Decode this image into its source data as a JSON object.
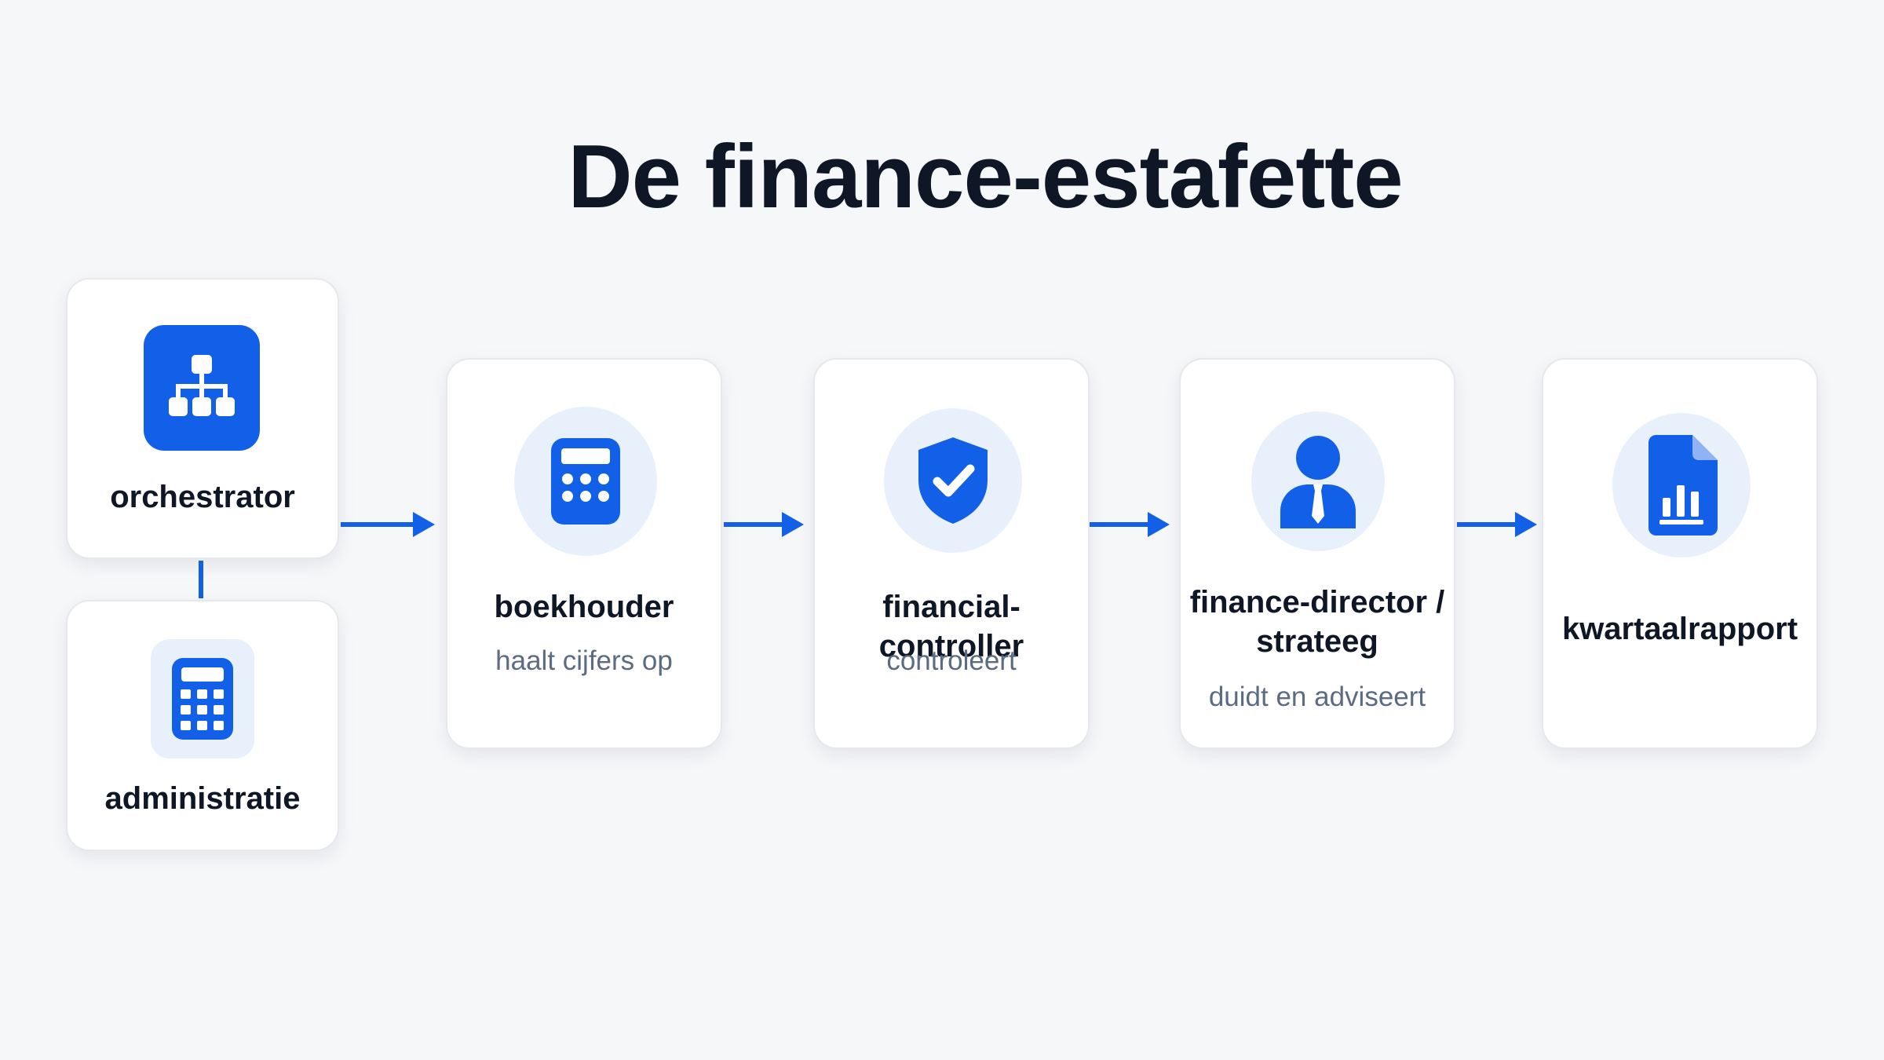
{
  "title": "De finance-estafette",
  "accent_color": "#1260e8",
  "nodes": {
    "orchestrator": {
      "label": "orchestrator",
      "icon": "hierarchy-icon"
    },
    "administratie": {
      "label": "administratie",
      "icon": "calculator-icon"
    },
    "boekhouder": {
      "label": "boekhouder",
      "subtitle": "haalt cijfers op",
      "icon": "calculator-icon"
    },
    "financial_controller": {
      "label": "financial-controller",
      "subtitle": "controleert",
      "icon": "shield-check-icon"
    },
    "finance_director": {
      "label_line1": "finance-director /",
      "label_line2": "strateeg",
      "subtitle": "duidt en adviseert",
      "icon": "person-tie-icon"
    },
    "kwartaalrapport": {
      "label": "kwartaalrapport",
      "icon": "report-document-icon"
    }
  }
}
